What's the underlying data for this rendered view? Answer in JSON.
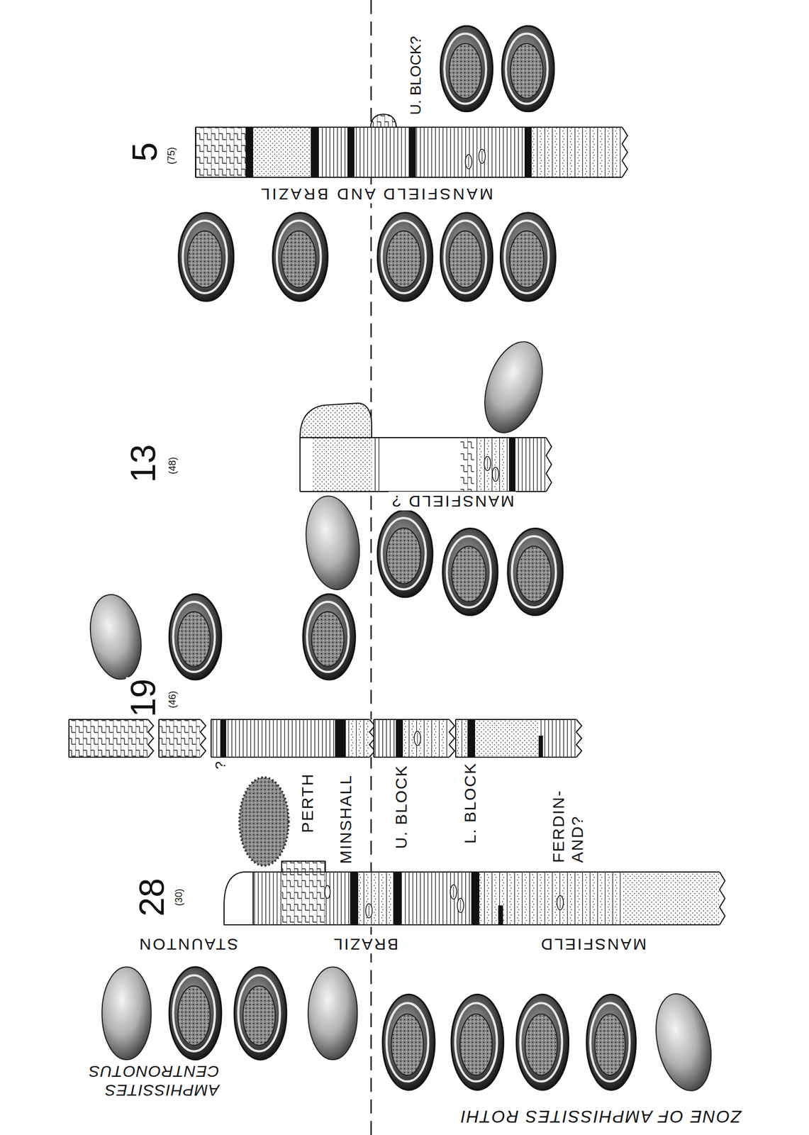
{
  "diagram": {
    "labels": [
      "5",
      "(75)",
      "U. BLOCK?",
      "MANSFIELD AND BRAZIL",
      "13",
      "(48)",
      "MANSFIELD ?",
      "19",
      "(46)",
      "?",
      "PERTH",
      "MINSHALL",
      "U. BLOCK",
      "L. BLOCK",
      "FERDIN- AND?",
      "28",
      "(30)",
      "STAUNTON",
      "BRAZIL",
      "MANSFIELD",
      "AMPHISSITES CENTRONOTUS",
      "ZONE OF AMPHISSITES ROTHI"
    ]
  }
}
